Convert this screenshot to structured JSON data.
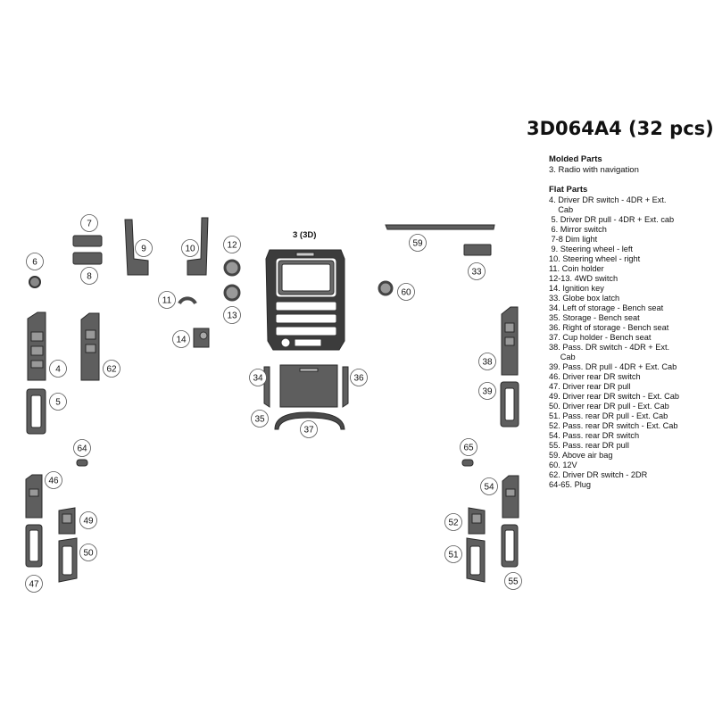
{
  "title": "3D064A4 (32 pcs)",
  "molded_heading": "Molded Parts",
  "molded_items": [
    "3. Radio with navigation"
  ],
  "flat_heading": "Flat Parts",
  "flat_items": [
    "4. Driver DR switch - 4DR + Ext.",
    "    Cab",
    " 5. Driver DR pull - 4DR + Ext. cab",
    " 6. Mirror switch",
    " 7-8 Dim light",
    " 9. Steering wheel - left",
    "10. Steering wheel - right",
    "11. Coin holder",
    "12-13. 4WD switch",
    "14. Ignition key",
    "33. Globe box latch",
    "34. Left of storage - Bench seat",
    "35. Storage - Bench seat",
    "36. Right of storage - Bench seat",
    "37. Cup holder - Bench seat",
    "38. Pass. DR switch - 4DR + Ext.",
    "     Cab",
    "39. Pass. DR pull - 4DR + Ext. Cab",
    "46. Driver rear DR switch",
    "47. Driver rear DR pull",
    "49. Driver rear DR switch - Ext. Cab",
    "50. Driver rear DR pull - Ext. Cab",
    "51. Pass. rear DR pull - Ext. Cab",
    "52. Pass. rear DR switch - Ext. Cab",
    "54. Pass. rear DR switch",
    "55. Pass. rear DR pull",
    "59. Above air bag",
    "60. 12V",
    "62. Driver DR switch - 2DR",
    "64-65. Plug"
  ],
  "label_3d": "3 (3D)",
  "callouts": [
    "7",
    "8",
    "6",
    "9",
    "10",
    "12",
    "13",
    "11",
    "14",
    "4",
    "62",
    "5",
    "64",
    "46",
    "49",
    "50",
    "47",
    "59",
    "33",
    "60",
    "34",
    "36",
    "35",
    "37",
    "38",
    "39",
    "65",
    "54",
    "52",
    "51",
    "55"
  ],
  "colors": {
    "part_fill": "#5e5e5e",
    "part_dark": "#3c3c3c",
    "part_edge": "#2a2a2a",
    "text": "#111111"
  }
}
